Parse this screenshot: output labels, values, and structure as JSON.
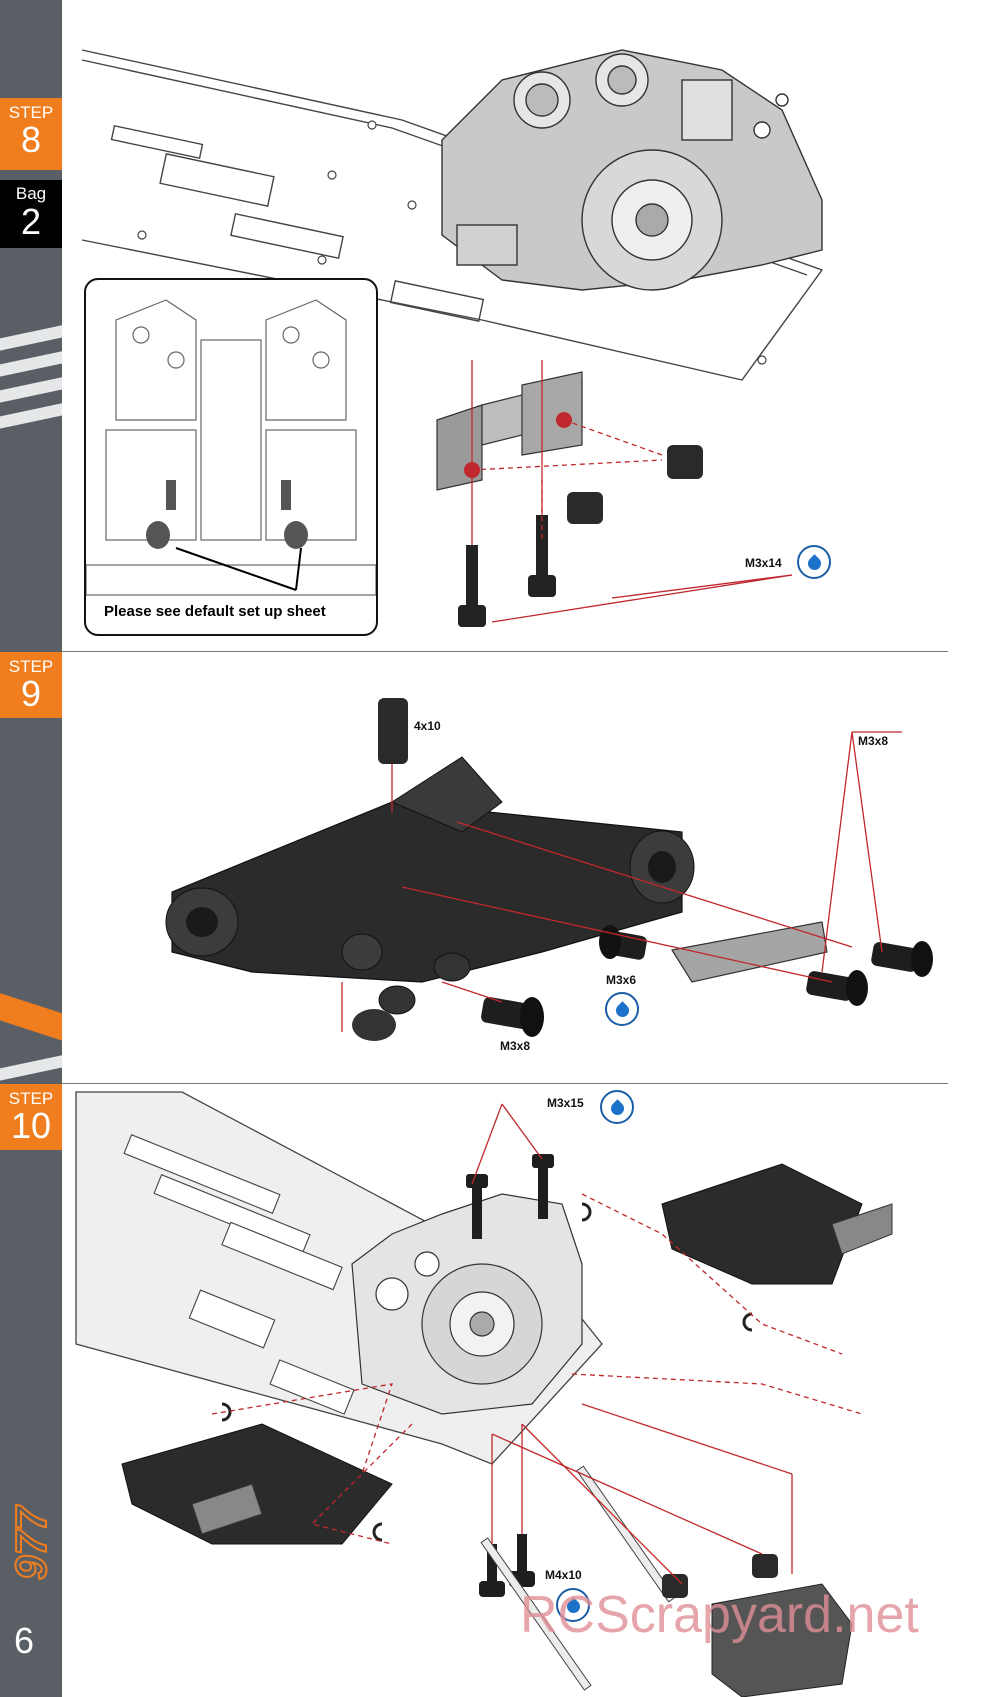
{
  "sidebar": {
    "step8": {
      "label": "STEP",
      "number": "8"
    },
    "bag": {
      "label": "Bag",
      "number": "2"
    },
    "step9": {
      "label": "STEP",
      "number": "9"
    },
    "step10": {
      "label": "STEP",
      "number": "10"
    },
    "logo_text": "977",
    "page_number": "6"
  },
  "step8": {
    "callout_text": "Please see default set up sheet",
    "screw_label": "M3x14"
  },
  "step9": {
    "spacer_label": "4x10",
    "screw_label_top": "M3x8",
    "screw_label_mid": "M3x6",
    "screw_label_bottom": "M3x8"
  },
  "step10": {
    "screw_label_top": "M3x15",
    "screw_label_bottom": "M4x10"
  },
  "watermark": "RCScrapyard.net",
  "colors": {
    "orange": "#f07d1e",
    "sidebar": "#5a5f66",
    "guide_line": "#c0282d",
    "drop_blue": "#1b72c8"
  }
}
